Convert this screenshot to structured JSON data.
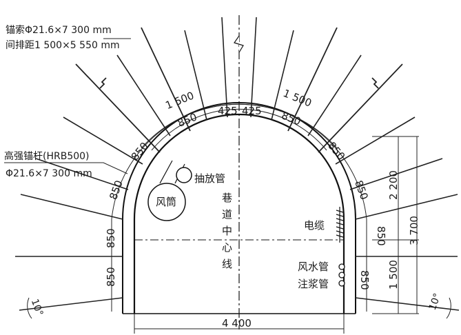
{
  "anchor_cable": {
    "spec": "锚索Φ21.6×7 300 mm",
    "spacing": "间排距1 500×5 550 mm"
  },
  "rock_bolt": {
    "grade": "高强锚杆(HRB500)",
    "spec": "Φ21.6×7 300 mm"
  },
  "pipes": {
    "drainage": "抽放管",
    "air_duct": "风筒",
    "cable": "电缆",
    "air_water_pipe": "风水管",
    "grout_pipe": "注浆管"
  },
  "centerline": [
    "巷",
    "道",
    "中",
    "心",
    "线"
  ],
  "dimensions": {
    "cable_spacing_left": "1 500",
    "cable_spacing_right": "1 500",
    "bolt_spacing_arch_left": "850",
    "bolt_spacing_arch_right": "850",
    "bolt_spacing_upper_left": "850",
    "bolt_spacing_upper_right": "850",
    "bolt_spacing_mid_left": "850",
    "bolt_spacing_mid_right": "850",
    "wall_spacing_left_upper": "850",
    "wall_spacing_left_lower": "850",
    "wall_spacing_right_upper": "850",
    "wall_spacing_right_lower": "850",
    "half_top_left": "425",
    "half_top_right": "425",
    "arch_height": "2 200",
    "wall_height": "1 500",
    "total_height": "3 700",
    "width": "4 400",
    "angle_left": "10°",
    "angle_right": "10°"
  }
}
